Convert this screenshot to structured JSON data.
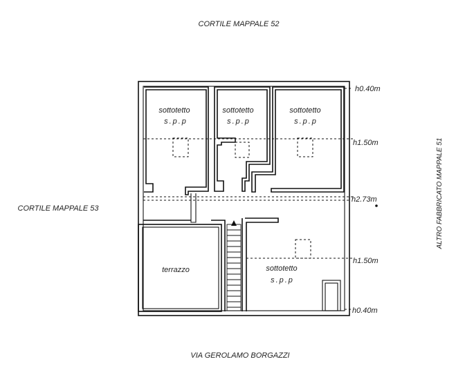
{
  "labels": {
    "top": "CORTILE MAPPALE 52",
    "left": "CORTILE MAPPALE 53",
    "right": "ALTRO FABBRICATO MAPPALE 51",
    "bottom": "VIA GEROLAMO BORGAZZI"
  },
  "rooms": [
    {
      "name": "sottotetto",
      "sub": "s.p.p"
    },
    {
      "name": "sottotetto",
      "sub": "s.p.p"
    },
    {
      "name": "sottotetto",
      "sub": "s.p.p"
    },
    {
      "name": "terrazzo",
      "sub": ""
    },
    {
      "name": "sottotetto",
      "sub": "s.p.p"
    }
  ],
  "heights": [
    "h0.40m",
    "h1.50m",
    "h2.73m",
    "h1.50m",
    "h0.40m"
  ]
}
